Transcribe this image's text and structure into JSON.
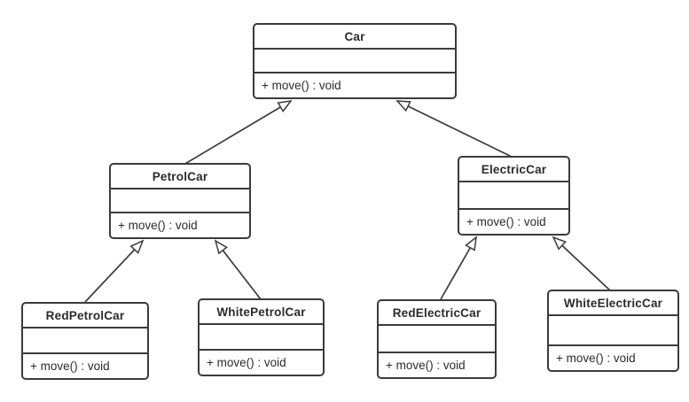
{
  "diagram": {
    "kind": "uml-class-diagram",
    "colors": {
      "background": "#ffffff",
      "stroke": "#3b3b3b",
      "text": "#2b2b2b"
    },
    "classes": [
      {
        "name": "Car",
        "attributes": "",
        "method": "+ move() : void"
      },
      {
        "name": "PetrolCar",
        "attributes": "",
        "method": "+ move() : void"
      },
      {
        "name": "ElectricCar",
        "attributes": "",
        "method": "+ move() : void"
      },
      {
        "name": "RedPetrolCar",
        "attributes": "",
        "method": "+ move() : void"
      },
      {
        "name": "WhitePetrolCar",
        "attributes": "",
        "method": "+ move() : void"
      },
      {
        "name": "RedElectricCar",
        "attributes": "",
        "method": "+ move() : void"
      },
      {
        "name": "WhiteElectricCar",
        "attributes": "",
        "method": "+ move() : void"
      }
    ],
    "relationships": [
      {
        "from": "PetrolCar",
        "to": "Car",
        "type": "generalization"
      },
      {
        "from": "ElectricCar",
        "to": "Car",
        "type": "generalization"
      },
      {
        "from": "RedPetrolCar",
        "to": "PetrolCar",
        "type": "generalization"
      },
      {
        "from": "WhitePetrolCar",
        "to": "PetrolCar",
        "type": "generalization"
      },
      {
        "from": "RedElectricCar",
        "to": "ElectricCar",
        "type": "generalization"
      },
      {
        "from": "WhiteElectricCar",
        "to": "ElectricCar",
        "type": "generalization"
      }
    ]
  }
}
